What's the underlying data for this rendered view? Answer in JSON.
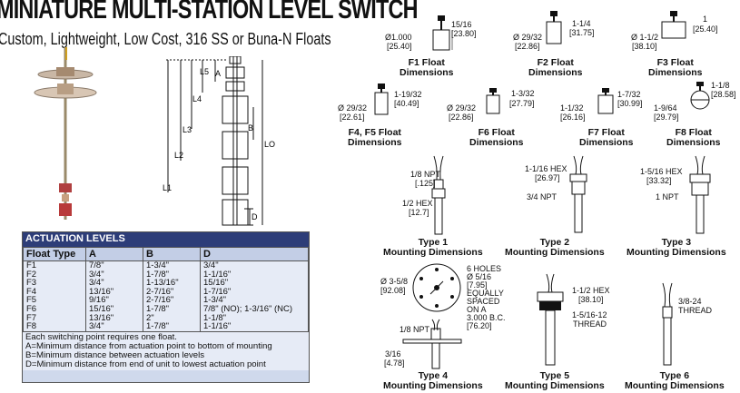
{
  "header": {
    "title": "MINIATURE MULTI-STATION LEVEL SWITCH",
    "subtitle": "Custom, Lightweight, Low Cost, 316 SS or Buna-N Floats"
  },
  "drawing_labels": {
    "l5": "L5",
    "a": "A",
    "l4": "L4",
    "l3": "L3",
    "b": "B",
    "l2": "L2",
    "l1": "L1",
    "lo": "LO",
    "d": "D"
  },
  "actuation": {
    "heading": "ACTUATION LEVELS",
    "columns": [
      "Float Type",
      "A",
      "B",
      "D"
    ],
    "rows": [
      [
        "F1",
        "7/8\"",
        "1-3/4\"",
        "3/4\""
      ],
      [
        "F2",
        "3/4\"",
        "1-7/8\"",
        "1-1/16\""
      ],
      [
        "F3",
        "3/4\"",
        "1-13/16\"",
        "15/16\""
      ],
      [
        "F4",
        "13/16\"",
        "2-7/16\"",
        "1-7/16\""
      ],
      [
        "F5",
        "9/16\"",
        "2-7/16\"",
        "1-3/4\""
      ],
      [
        "F6",
        "15/16\"",
        "1-7/8\"",
        "7/8\" (NO); 1-3/16\" (NC)"
      ],
      [
        "F7",
        "13/16\"",
        "2\"",
        "1-1/8\""
      ],
      [
        "F8",
        "3/4\"",
        "1-7/8\"",
        "1-1/16\""
      ]
    ],
    "notes": [
      "Each switching point requires one float.",
      "A=Minimum distance from actuation point to bottom of mounting",
      "B=Minimum distance between actuation levels",
      "D=Minimum distance from end of unit to lowest actuation point"
    ]
  },
  "floats": {
    "f1": {
      "dia": "Ø1.000",
      "dia_mm": "[25.40]",
      "h": "15/16",
      "h_mm": "[23.80]",
      "cap1": "F1 Float",
      "cap2": "Dimensions"
    },
    "f2": {
      "dia": "Ø 29/32",
      "dia_mm": "[22.86]",
      "h": "1-1/4",
      "h_mm": "[31.75]",
      "cap1": "F2 Float",
      "cap2": "Dimensions"
    },
    "f3": {
      "dia": "Ø 1-1/2",
      "dia_mm": "[38.10]",
      "h": "1",
      "h_mm": "[25.40]",
      "cap1": "F3 Float",
      "cap2": "Dimensions"
    },
    "f45": {
      "dia": "Ø 29/32",
      "dia_mm": "[22.61]",
      "h": "1-19/32",
      "h_mm": "[40.49]",
      "cap1": "F4, F5 Float",
      "cap2": "Dimensions"
    },
    "f6": {
      "dia": "Ø 29/32",
      "dia_mm": "[22.86]",
      "h": "1-3/32",
      "h_mm": "[27.79]",
      "cap1": "F6 Float",
      "cap2": "Dimensions"
    },
    "f7": {
      "dia": "1-1/32",
      "dia_mm": "[26.16]",
      "h": "1-7/32",
      "h_mm": "[30.99]",
      "cap1": "F7 Float",
      "cap2": "Dimensions"
    },
    "f8": {
      "dia": "1-9/64",
      "dia_mm": "[29.79]",
      "h": "1-1/8",
      "h_mm": "[28.58]",
      "cap1": "F8 Float",
      "cap2": "Dimensions"
    }
  },
  "mounts": {
    "t1": {
      "l1": "1/8 NPT",
      "l2": "[.125]",
      "l3": "1/2 HEX",
      "l4": "[12.7]",
      "cap1": "Type 1",
      "cap2": "Mounting Dimensions"
    },
    "t2": {
      "l1": "1-1/16 HEX",
      "l2": "[26.97]",
      "l3": "3/4 NPT",
      "cap1": "Type 2",
      "cap2": "Mounting Dimensions"
    },
    "t3": {
      "l1": "1-5/16 HEX",
      "l2": "[33.32]",
      "l3": "1 NPT",
      "cap1": "Type 3",
      "cap2": "Mounting Dimensions"
    },
    "t4": {
      "dia": "Ø 3-5/8",
      "dia_mm": "[92.08]",
      "holes": [
        "6 HOLES",
        "Ø 5/16",
        "[7.95]",
        "EQUALLY",
        "SPACED",
        "ON A",
        "3.000 B.C.",
        "[76.20]"
      ],
      "npt": "1/8 NPT",
      "t": "3/16",
      "t_mm": "[4.78]",
      "cap1": "Type 4",
      "cap2": "Mounting Dimensions"
    },
    "t5": {
      "l1": "1-1/2 HEX",
      "l2": "[38.10]",
      "l3": "1-5/16-12",
      "l4": "THREAD",
      "cap1": "Type 5",
      "cap2": "Mounting Dimensions"
    },
    "t6": {
      "l1": "3/8-24",
      "l2": "THREAD",
      "cap1": "Type 6",
      "cap2": "Mounting Dimensions"
    }
  }
}
